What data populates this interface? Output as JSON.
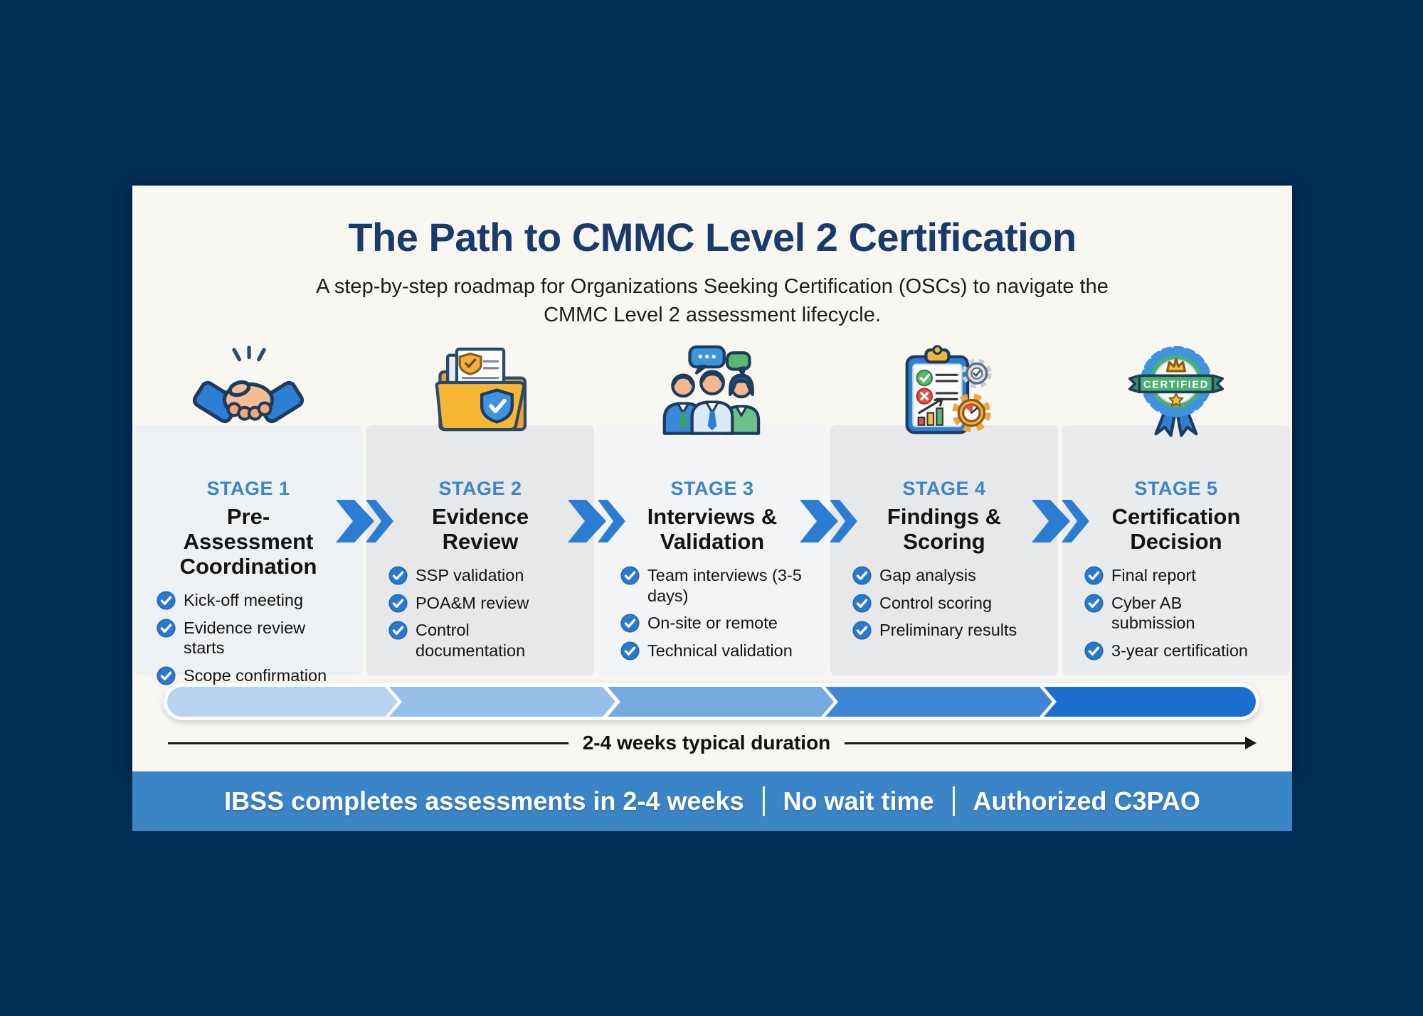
{
  "page": {
    "title": "The Path to CMMC Level 2 Certification",
    "subtitle": "A step-by-step roadmap for Organizations Seeking Certification (OSCs) to navigate the CMMC Level 2 assessment lifecycle."
  },
  "stages": [
    {
      "label": "STAGE 1",
      "title": "Pre-Assessment Coordination",
      "icon": "handshake-icon",
      "items": [
        "Kick-off meeting",
        "Evidence review starts",
        "Scope confirmation"
      ]
    },
    {
      "label": "STAGE 2",
      "title": "Evidence Review",
      "icon": "folder-documents-icon",
      "items": [
        "SSP validation",
        "POA&M review",
        "Control documentation"
      ]
    },
    {
      "label": "STAGE 3",
      "title": "Interviews & Validation",
      "icon": "team-interview-icon",
      "items": [
        "Team interviews (3-5 days)",
        "On-site or remote",
        "Technical validation"
      ]
    },
    {
      "label": "STAGE 4",
      "title": "Findings & Scoring",
      "icon": "clipboard-scoring-icon",
      "items": [
        "Gap analysis",
        "Control scoring",
        "Preliminary results"
      ]
    },
    {
      "label": "STAGE 5",
      "title": "Certification Decision",
      "icon": "certified-badge-icon",
      "items": [
        "Final report",
        "Cyber AB submission",
        "3-year certification"
      ]
    }
  ],
  "badge_text": "CERTIFIED",
  "timeline": {
    "duration_label": "2-4 weeks typical duration",
    "segments": 5,
    "segment_colors": [
      "#b7d3f0",
      "#96c0e9",
      "#73abe1",
      "#3f87d6",
      "#1a6fd0"
    ]
  },
  "footer": {
    "items": [
      "IBSS completes assessments in 2-4 weeks",
      "No wait time",
      "Authorized C3PAO"
    ]
  },
  "colors": {
    "background_navy": "#022b55",
    "card_background": "#f9f7f2",
    "title_navy": "#1a3a6b",
    "stage_label_blue": "#3c85c9",
    "check_blue": "#2979cc",
    "arrow_blue": "#2b7cd3",
    "banner_blue": "#3b84c6"
  }
}
